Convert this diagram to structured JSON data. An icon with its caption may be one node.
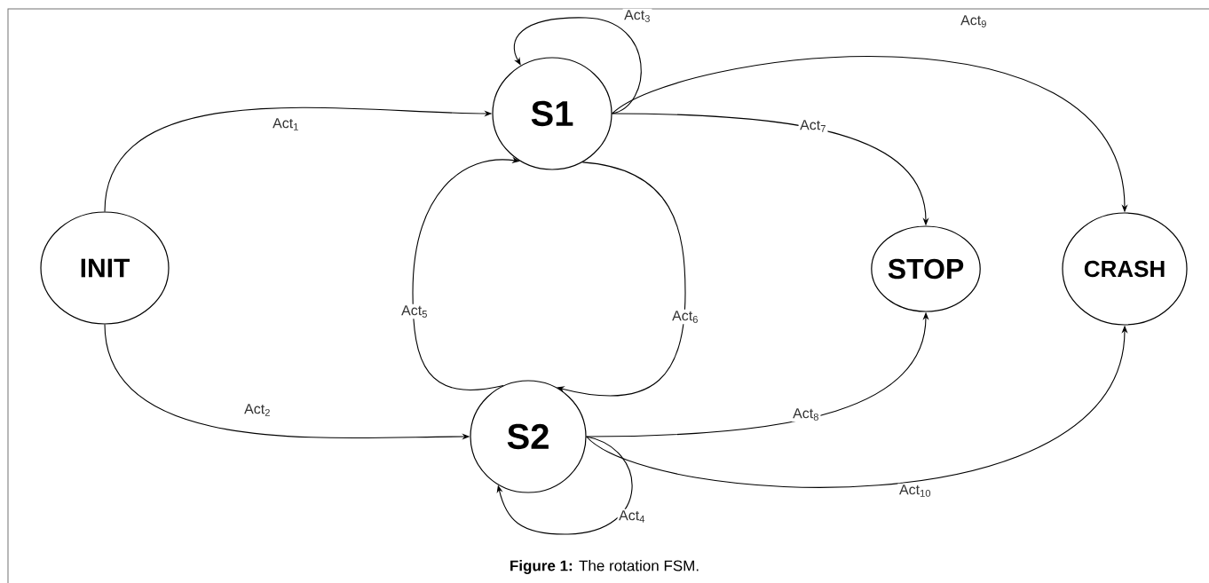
{
  "diagram": {
    "caption": "**Figure 1:** The rotation FSM.",
    "nodes": [
      {
        "text": [
          "INIT"
        ]
      },
      {
        "text": [
          "S1"
        ]
      },
      {
        "text": [
          "S2"
        ]
      },
      {
        "text": [
          "STOP"
        ]
      },
      {
        "text": [
          "CRASH"
        ]
      }
    ],
    "edges": [
      {
        "from": 0,
        "to": 1,
        "arrow": "to",
        "label": "Act$_{1}$"
      },
      {
        "from": 0,
        "to": 2,
        "arrow": "to",
        "label": "Act$_{2}$"
      },
      {
        "from": 1,
        "to": 1,
        "arrow": "to",
        "label": "Act$_{3}$"
      },
      {
        "from": 2,
        "to": 2,
        "arrow": "to",
        "label": "Act$_{4}$"
      },
      {
        "from": 2,
        "to": 1,
        "arrow": "to",
        "label": "Act$_{5}$"
      },
      {
        "from": 1,
        "to": 2,
        "arrow": "to",
        "label": "Act$_{6}$"
      },
      {
        "from": 1,
        "to": 3,
        "arrow": "to",
        "label": "Act$_{7}$"
      },
      {
        "from": 2,
        "to": 3,
        "arrow": "to",
        "label": "Act$_{8}$"
      },
      {
        "from": 1,
        "to": 4,
        "arrow": "to",
        "label": "Act$_{9}$"
      },
      {
        "from": 2,
        "to": 4,
        "arrow": "to",
        "label": "Act$_{10}$"
      }
    ]
  }
}
